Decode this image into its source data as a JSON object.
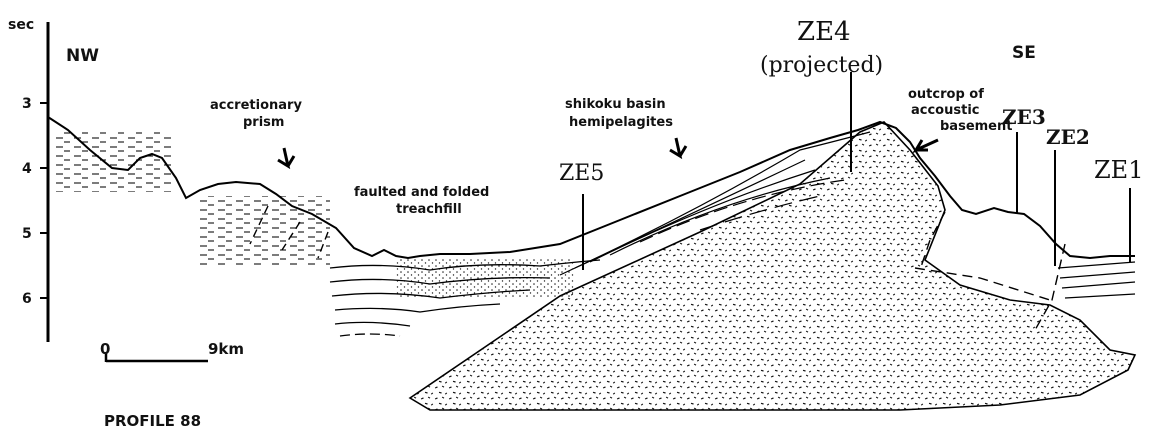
{
  "axis": {
    "unit": "sec",
    "ticks": [
      "3",
      "4",
      "5",
      "6"
    ]
  },
  "directions": {
    "left": "NW",
    "right": "SE"
  },
  "scale_bar": {
    "start": "0",
    "end": "9km"
  },
  "labels": {
    "accretionary_prism": [
      "accretionary",
      "prism"
    ],
    "trenchfill": [
      "faulted and folded",
      "treachfill"
    ],
    "shikoku": [
      "shikoku basin",
      "hemipelagites"
    ],
    "outcrop": [
      "outcrop of",
      "accoustic",
      "basement"
    ]
  },
  "sites": {
    "ze4": "ZE4",
    "ze4_note": "(projected)",
    "ze5": "ZE5",
    "ze3": "ZE3",
    "ze2": "ZE2",
    "ze1": "ZE1"
  },
  "profile_title": "PROFILE 88"
}
